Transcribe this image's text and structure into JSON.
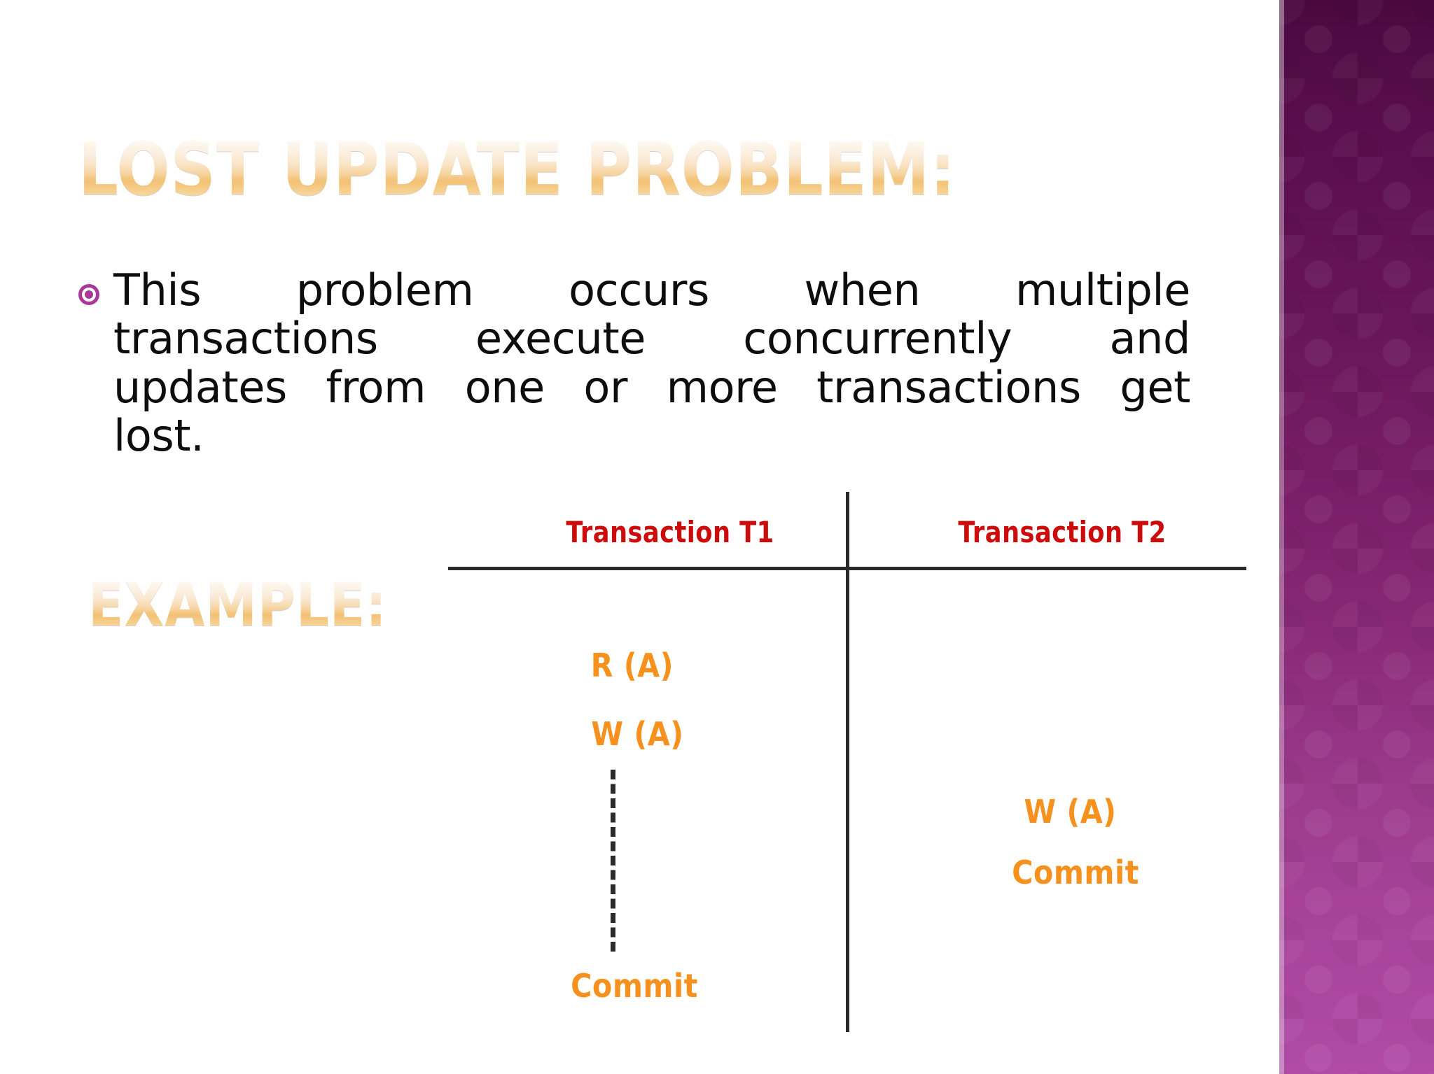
{
  "slide": {
    "title": "LOST UPDATE PROBLEM:",
    "example_heading": "EXAMPLE:",
    "bullet": {
      "marker_icon": "ring-bullet-icon",
      "marker_color": "#a8399a",
      "lines": [
        "This problem occurs when multiple",
        "transactions execute concurrently and",
        "updates from one or more transactions get",
        "lost."
      ],
      "full_text": "This problem occurs when multiple transactions execute concurrently and updates from one or more transactions get lost."
    },
    "diagram": {
      "type": "transaction-schedule-table",
      "columns": [
        {
          "header": "Transaction T1",
          "operations": [
            "R (A)",
            "W (A)",
            "Commit"
          ],
          "has_dashed_wait_line": true
        },
        {
          "header": "Transaction T2",
          "operations": [
            "W (A)",
            "Commit"
          ],
          "has_dashed_wait_line": false
        }
      ],
      "header_color": "#cc0b0b",
      "operation_color": "#f7911e",
      "rule_color": "#2b2b2b"
    },
    "theme": {
      "background": "#ffffff",
      "heading_gradient_top": "#ffffff",
      "heading_gradient_bottom": "#f3c174",
      "panel_gradient_top": "#4a0840",
      "panel_gradient_bottom": "#b04ba6"
    }
  }
}
